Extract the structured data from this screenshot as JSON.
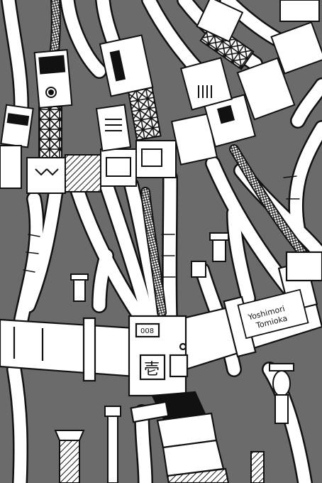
{
  "image": {
    "kind": "black-and-white line illustration of interconnected tubes, cables and connector modules on a grey background",
    "background_color": "#6b6b6b",
    "line_color": "#111111",
    "fill_color": "#ffffff"
  },
  "signature": {
    "line1": "Yoshimori",
    "line2": "Tomioka"
  },
  "labels": {
    "hub_glyph": "壱",
    "hub_number": "008"
  }
}
